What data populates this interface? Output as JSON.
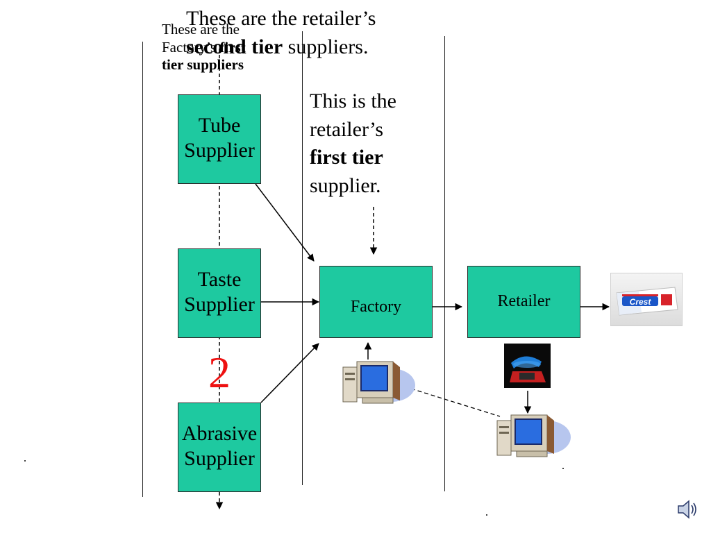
{
  "labels": {
    "factory_tier_line1": "These are the",
    "factory_tier_line2_prefix": "Factory’s ",
    "factory_tier_line2_bold": "first",
    "factory_tier_line3_bold": "tier suppliers",
    "retailer_second_line1": "These are the retailer’s",
    "retailer_second_line2_bold": "second tier",
    "retailer_second_line2_rest": " suppliers.",
    "retailer_first_line1": "This is the",
    "retailer_first_line2": "retailer’s",
    "retailer_first_line3_bold": "first tier",
    "retailer_first_line4": "supplier."
  },
  "boxes": {
    "tube": [
      "Tube",
      "Supplier"
    ],
    "taste": [
      "Taste",
      "Supplier"
    ],
    "abrasive": [
      "Abrasive",
      "Supplier"
    ],
    "factory": "Factory",
    "retailer": "Retailer"
  },
  "annotation_number": "2",
  "product_brand": "Crest",
  "colors": {
    "box_fill": "#1ec9a0",
    "number_red": "#ee1111",
    "monitor_blue": "#2a6de0"
  },
  "icons": {
    "factory_computer": "computer-icon",
    "retailer_computer": "computer-icon",
    "phone": "telephone-icon",
    "product": "toothpaste-box-icon",
    "sound": "speaker-icon"
  }
}
